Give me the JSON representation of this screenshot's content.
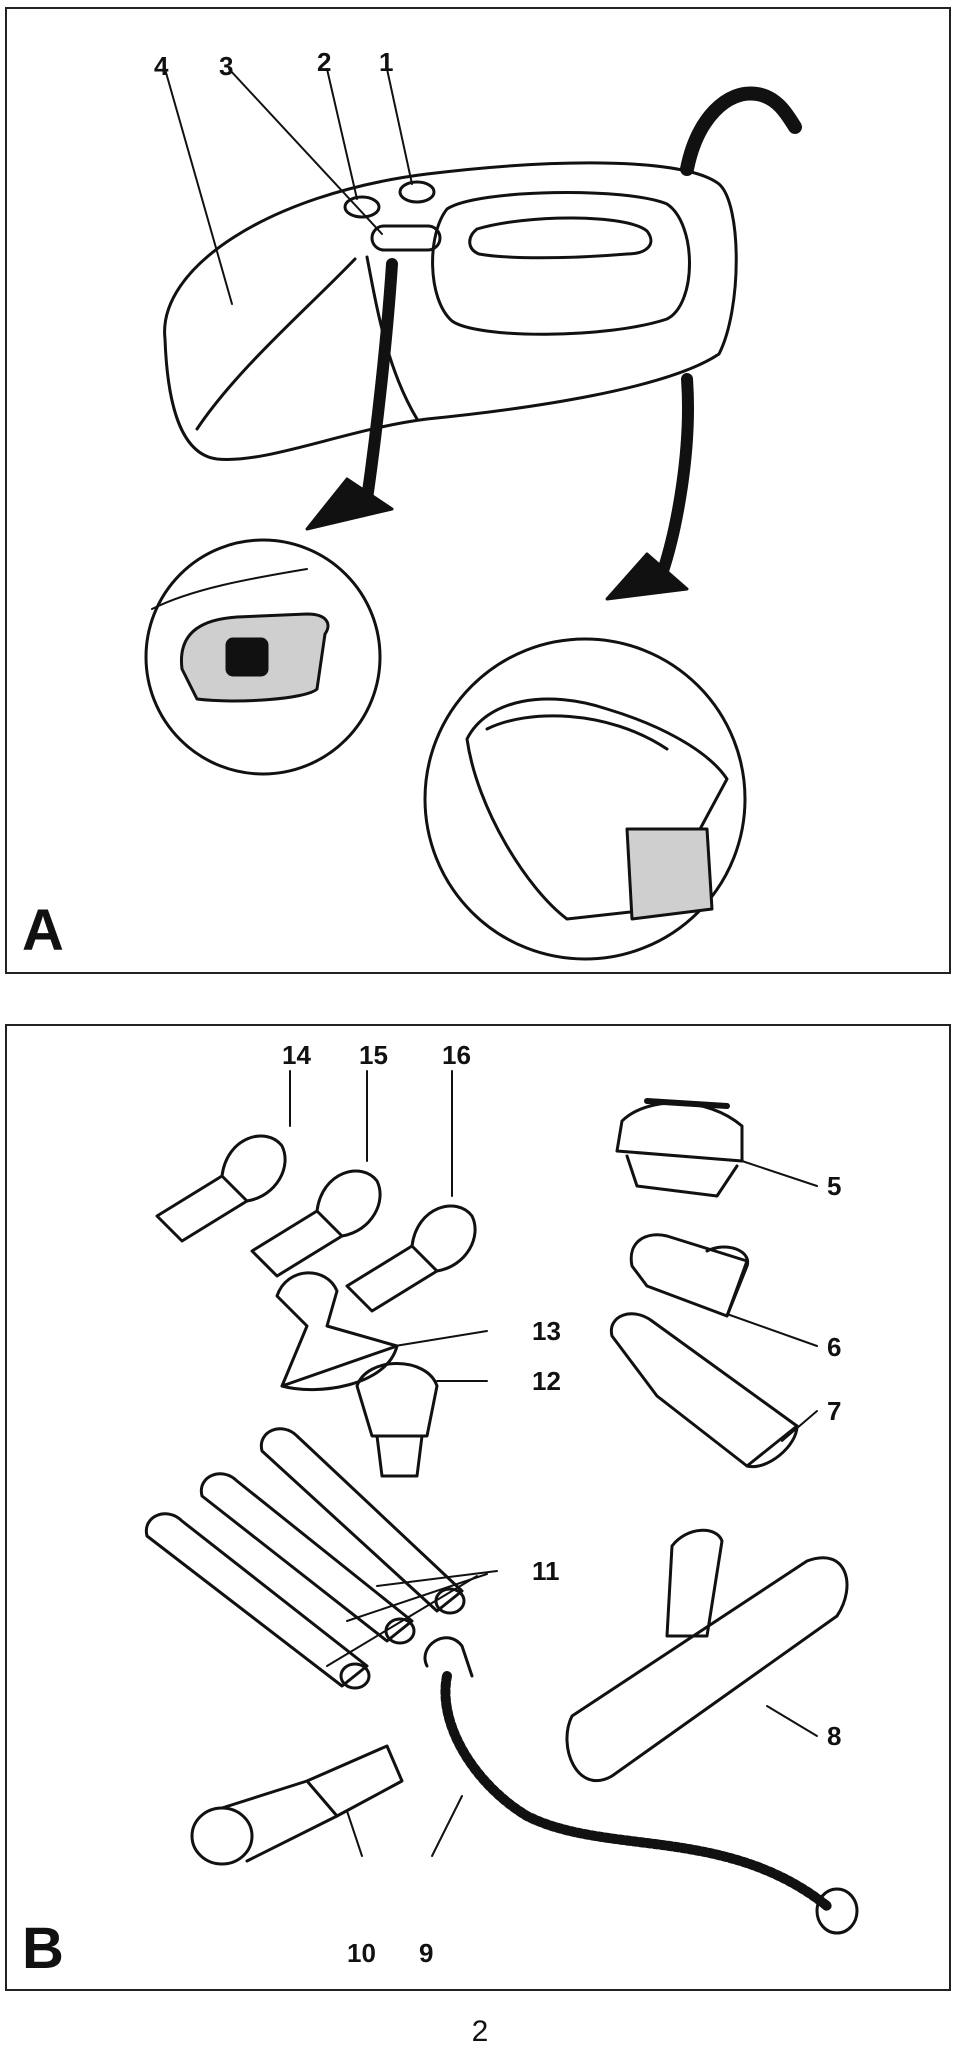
{
  "panel_a": {
    "letter": "A",
    "callouts": [
      "1",
      "2",
      "3",
      "4"
    ]
  },
  "panel_b": {
    "letter": "B",
    "callouts": [
      "14",
      "15",
      "16",
      "5",
      "13",
      "6",
      "12",
      "7",
      "11",
      "8",
      "10",
      "9"
    ]
  },
  "page_number": "2"
}
